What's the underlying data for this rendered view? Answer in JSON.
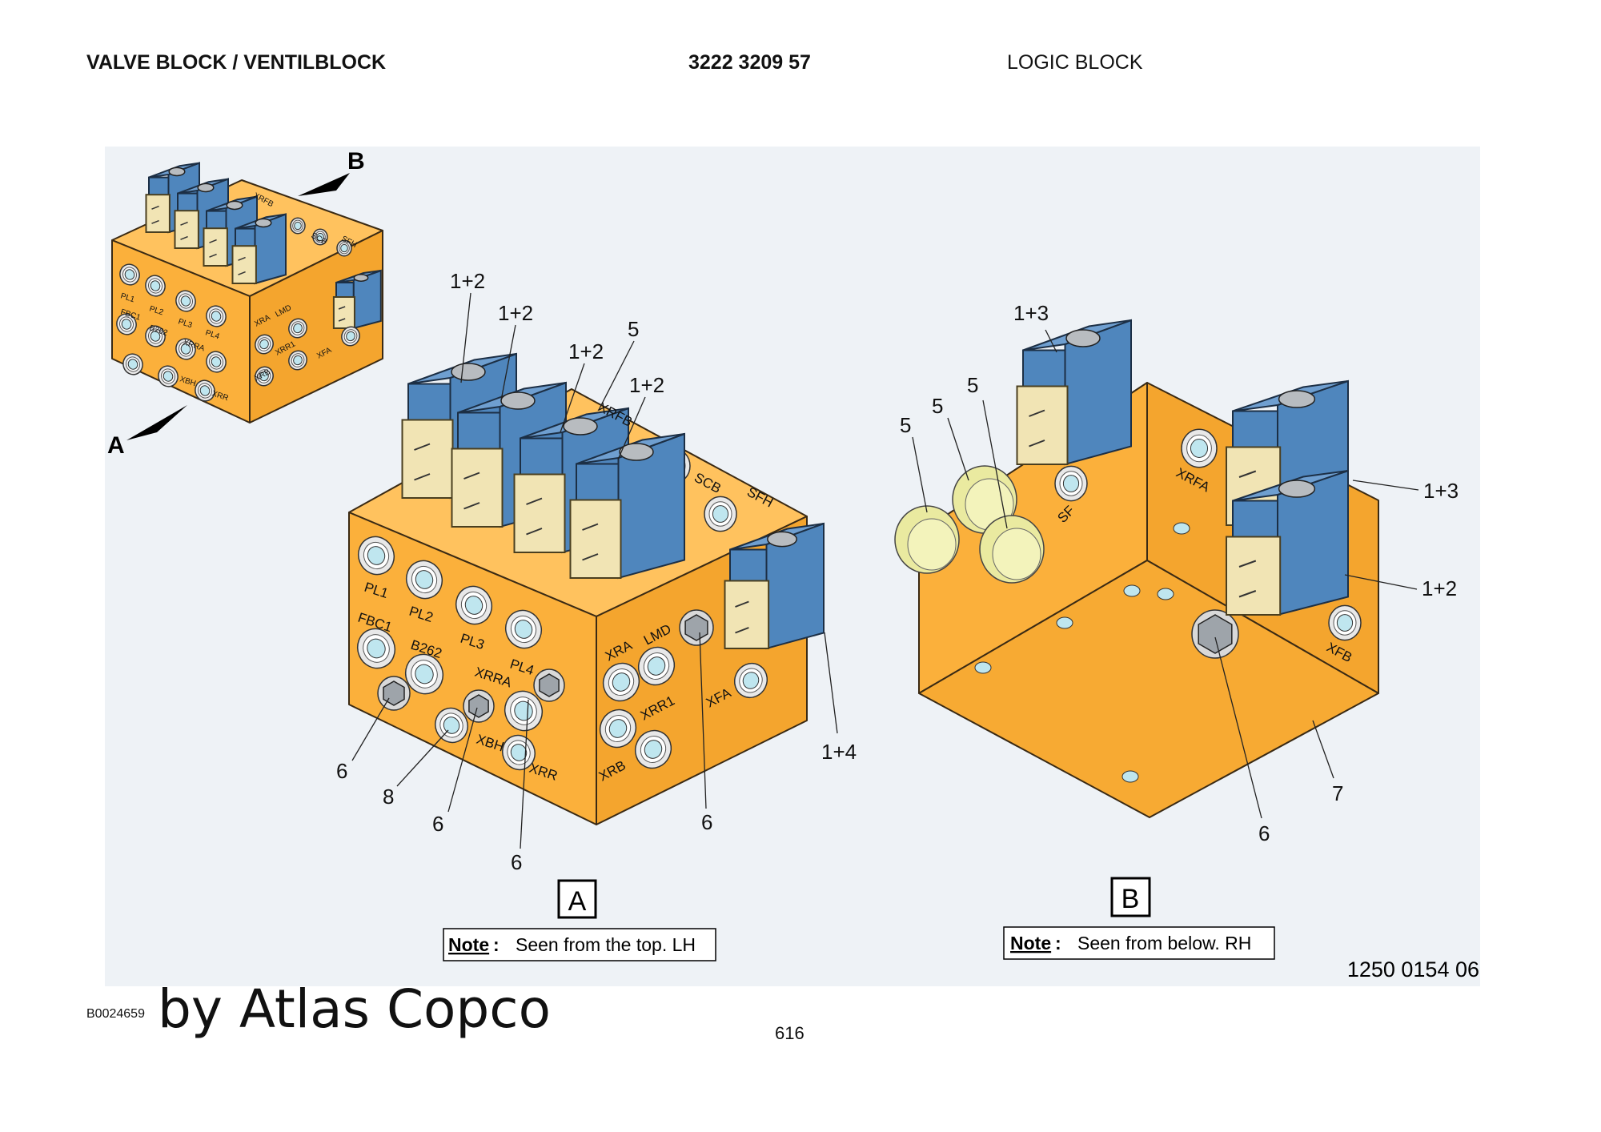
{
  "header": {
    "title": "VALVE BLOCK / VENTILBLOCK",
    "part_number": "3222 3209 57",
    "section": "LOGIC BLOCK"
  },
  "colors": {
    "block": "#fbb03b",
    "block_edge": "#3a2a14",
    "coil": "#4f86bd",
    "connector": "#f1e4b4",
    "port": "#bfe6ef",
    "plug": "#eaeaa0",
    "panel": "#eef2f6"
  },
  "overview": {
    "arrow_a": "A",
    "arrow_b": "B",
    "port_labels": [
      "PL1",
      "PL2",
      "PL3",
      "PL4",
      "FBC1",
      "B262",
      "XRRA",
      "XBH",
      "XRR",
      "XRA",
      "LMD",
      "XRR1",
      "XRB",
      "XFA",
      "XRFB",
      "SCB",
      "SFH"
    ]
  },
  "view_a": {
    "top_labels": [
      "XRFB",
      "SCB",
      "SFH"
    ],
    "front_labels": [
      "PL1",
      "PL2",
      "PL3",
      "PL4",
      "FBC1",
      "B262",
      "XRRA",
      "XBH",
      "XRR"
    ],
    "side_labels": [
      "XRA",
      "LMD",
      "XRR1",
      "XRB",
      "XFA"
    ],
    "callouts": [
      "1+2",
      "1+2",
      "1+2",
      "1+2",
      "5",
      "1+4",
      "6",
      "8",
      "6",
      "6",
      "6"
    ],
    "view_letter": "A",
    "note_label": "Note",
    "note_text": "Seen from the top. LH"
  },
  "view_b": {
    "labels": [
      "XRFA",
      "SF",
      "XFB"
    ],
    "callouts": [
      "1+3",
      "5",
      "5",
      "5",
      "1+3",
      "1+2",
      "7",
      "6"
    ],
    "view_letter": "B",
    "note_label": "Note",
    "note_text": "Seen from below. RH"
  },
  "drawing_number": "1250 0154 06",
  "footer": {
    "code": "B0024659",
    "brand": "by Atlas Copco",
    "page": "616"
  }
}
